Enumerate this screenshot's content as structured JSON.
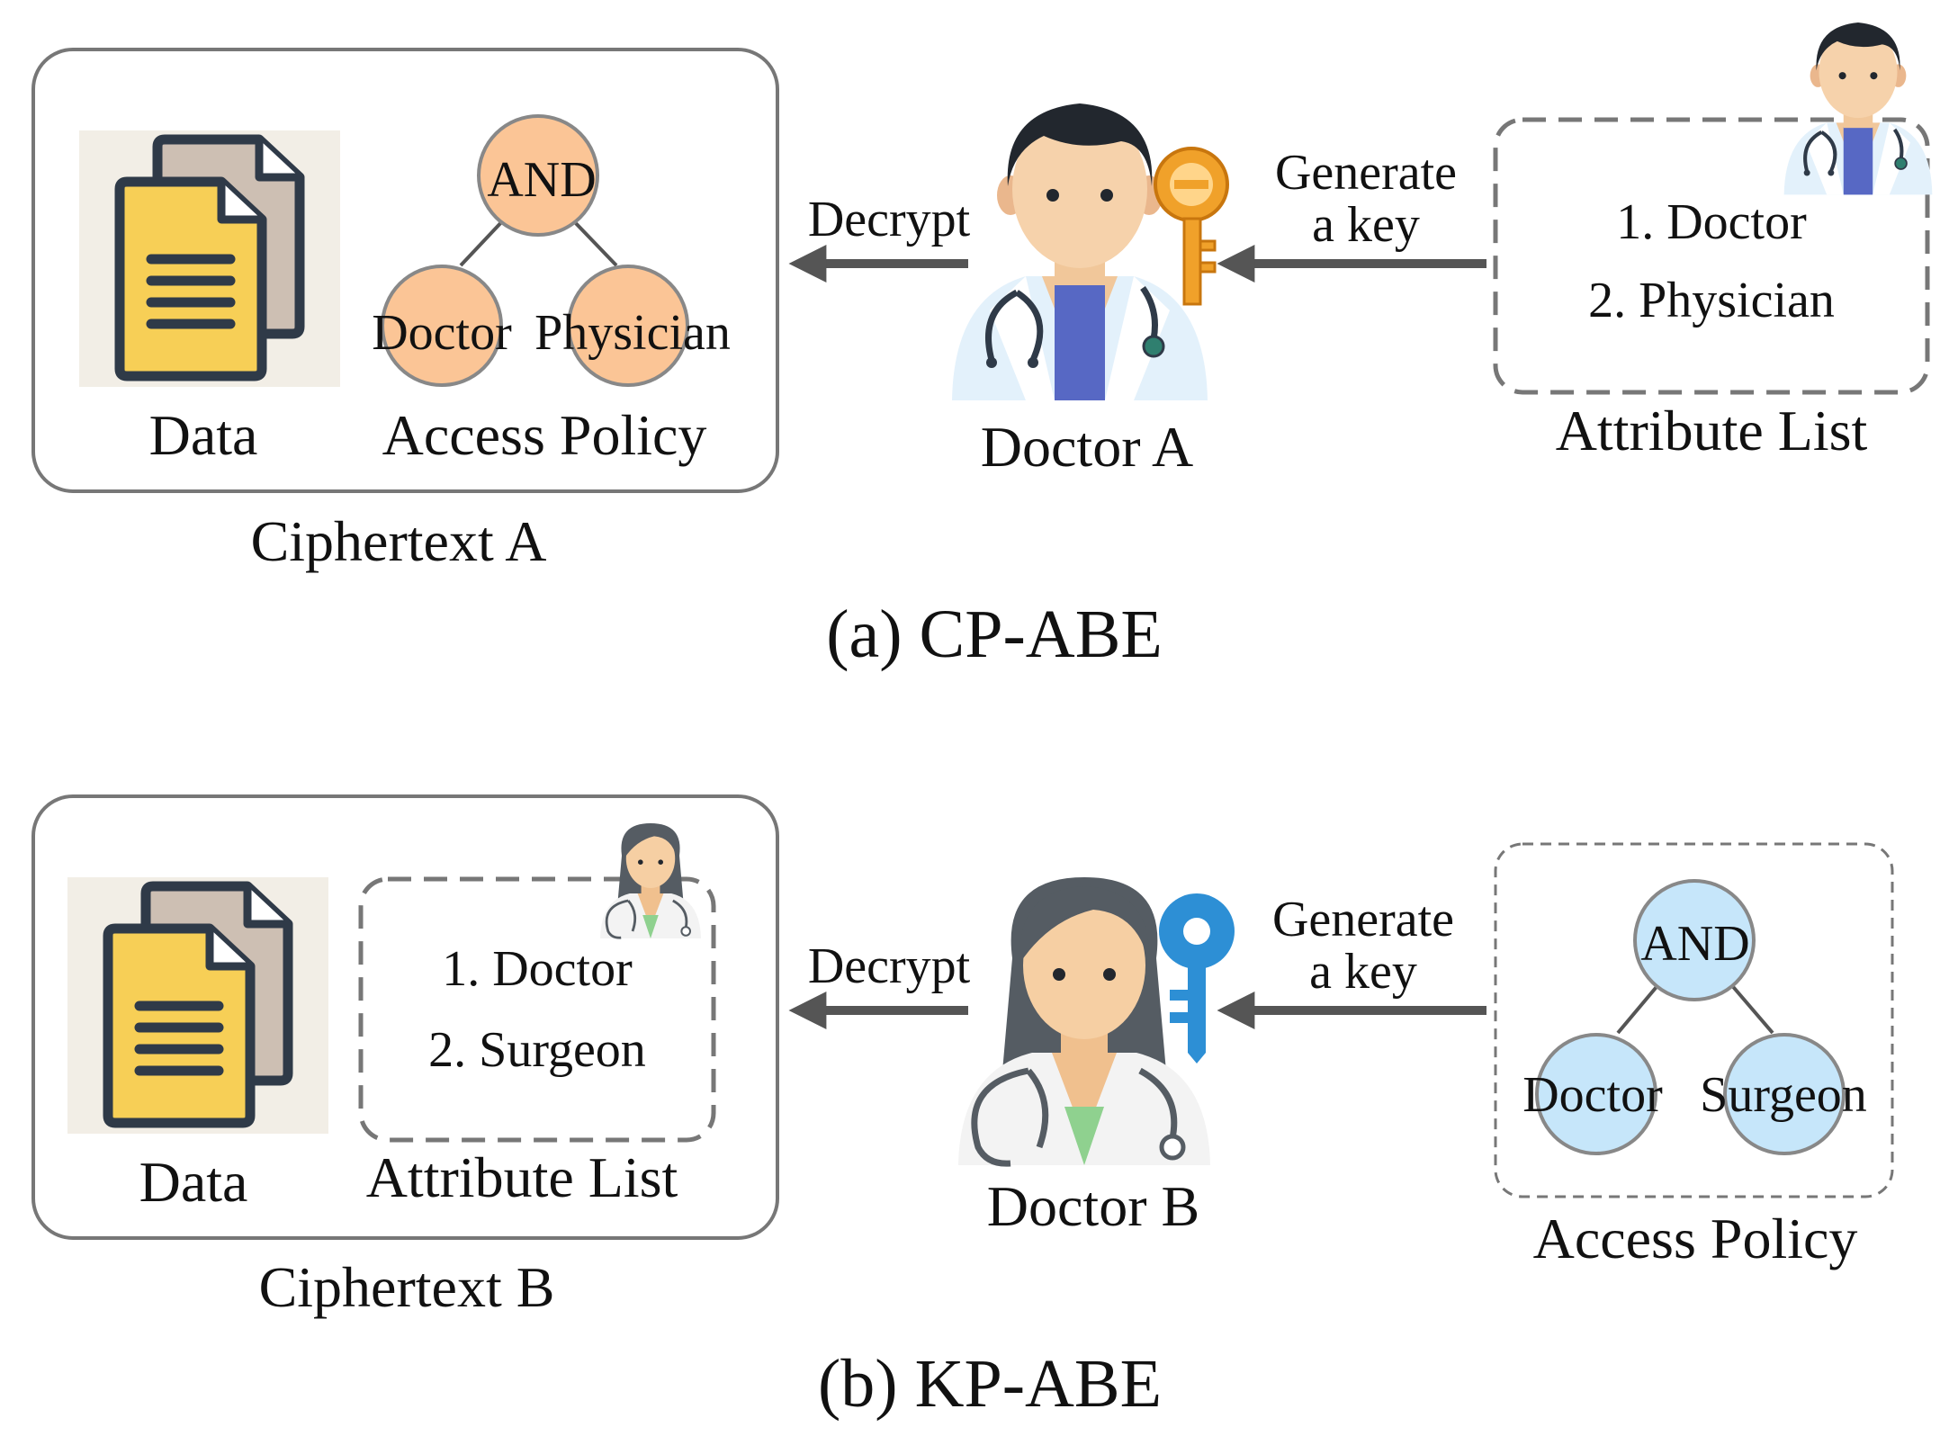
{
  "panel_a": {
    "caption": "(a) CP-ABE",
    "ciphertext_label": "Ciphertext A",
    "data_label": "Data",
    "policy_label": "Access Policy",
    "policy_root": "AND",
    "policy_left": "Doctor",
    "policy_right": "Physician",
    "decrypt_label": "Decrypt",
    "actor_label": "Doctor A",
    "generate_line1": "Generate",
    "generate_line2": "a key",
    "attr_box_label": "Attribute List",
    "attr_item1": "1. Doctor",
    "attr_item2": "2. Physician",
    "key_color": "#f0a12a",
    "node_color": "#fbc596"
  },
  "panel_b": {
    "caption": "(b) KP-ABE",
    "ciphertext_label": "Ciphertext B",
    "data_label": "Data",
    "attr_box_label": "Attribute List",
    "attr_item1": "1. Doctor",
    "attr_item2": "2. Surgeon",
    "decrypt_label": "Decrypt",
    "actor_label": "Doctor B",
    "generate_line1": "Generate",
    "generate_line2": "a key",
    "policy_label": "Access Policy",
    "policy_root": "AND",
    "policy_left": "Doctor",
    "policy_right": "Surgeon",
    "key_color": "#2d8fd5",
    "node_color": "#c6e6fa"
  }
}
